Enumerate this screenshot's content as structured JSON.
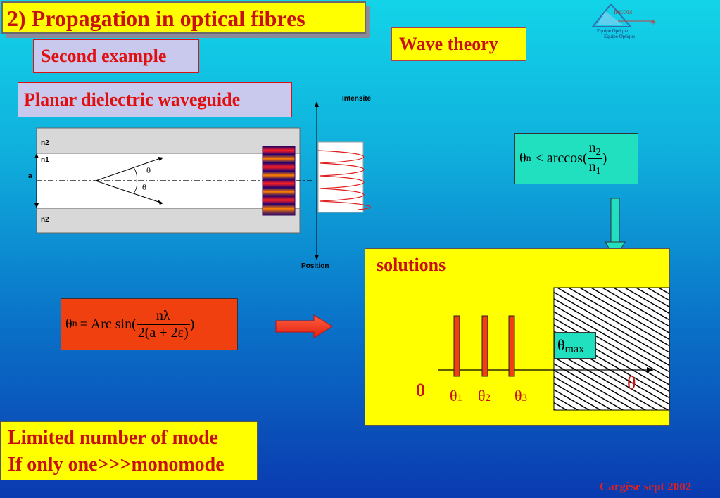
{
  "title": "2) Propagation in optical fibres",
  "subtitle": "Second example",
  "section": "Planar dielectric waveguide",
  "wave_theory": "Wave theory",
  "logo": {
    "top": "IRCOM",
    "line1": "Equipe Optique",
    "line2": "Equipe Optique"
  },
  "figure": {
    "intensity_label": "Intensité",
    "position_label": "Position",
    "n2_top": "n2",
    "n1": "n1",
    "a": "a",
    "theta_upper": "θ",
    "theta_lower": "θ",
    "n2_bottom": "n2"
  },
  "formula_cutoff": {
    "lhs": "θ",
    "lhs_sub": "n",
    "rel": "< arccos(",
    "num": "n",
    "num_sub": "2",
    "den": "n",
    "den_sub": "1",
    "close": ")"
  },
  "formula_modes": {
    "lhs": "θ",
    "lhs_sub": "n",
    "rel": "= Arc sin(",
    "num": "nλ",
    "den": "2(a + 2ε)",
    "close": ")"
  },
  "solutions": {
    "label": "solutions",
    "zero": "0",
    "theta_axis": "θ",
    "theta_max": "θ",
    "theta_max_sub": "max",
    "modes": [
      {
        "symbol": "θ",
        "sub": "1"
      },
      {
        "symbol": "θ",
        "sub": "2"
      },
      {
        "symbol": "θ",
        "sub": "3"
      }
    ]
  },
  "conclusion": {
    "line1": "Limited number of mode",
    "line2": "If only one>>>monomode"
  },
  "footer": "Cargèse sept 2002",
  "colors": {
    "accent_red": "#e01010",
    "yellow": "#ffff00",
    "cyan_box": "#20e0c0",
    "orange_box": "#f04010"
  }
}
